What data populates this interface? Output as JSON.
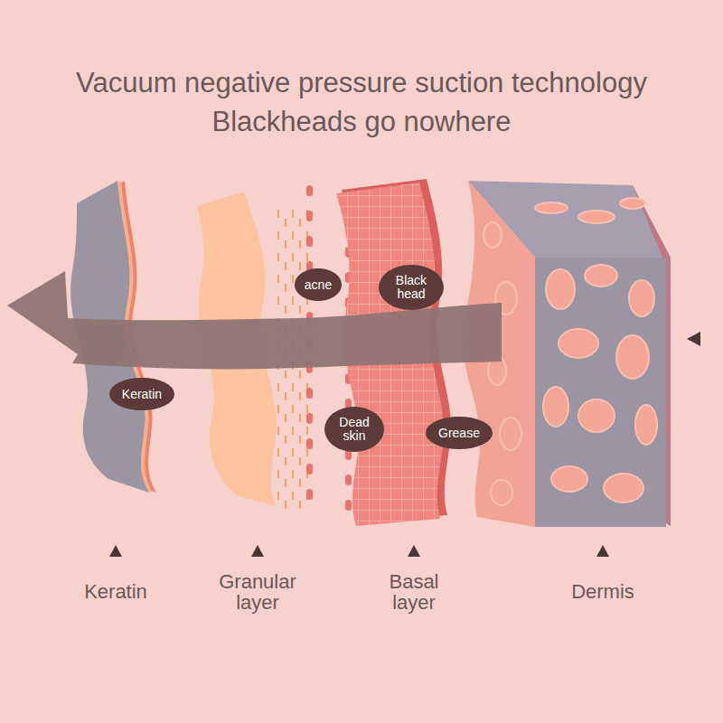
{
  "diagram": {
    "title": "Vacuum negative pressure suction technology Blackheads go nowhere",
    "nodes": [
      {
        "text": [
          "acne"
        ]
      },
      {
        "text": [
          "Black head"
        ]
      },
      {
        "text": [
          "Keratin"
        ]
      },
      {
        "text": [
          "Dead skin"
        ]
      },
      {
        "text": [
          "Grease"
        ]
      }
    ],
    "labels": [
      "Keratin",
      "Granular layer",
      "Basal layer",
      "Dermis"
    ]
  }
}
